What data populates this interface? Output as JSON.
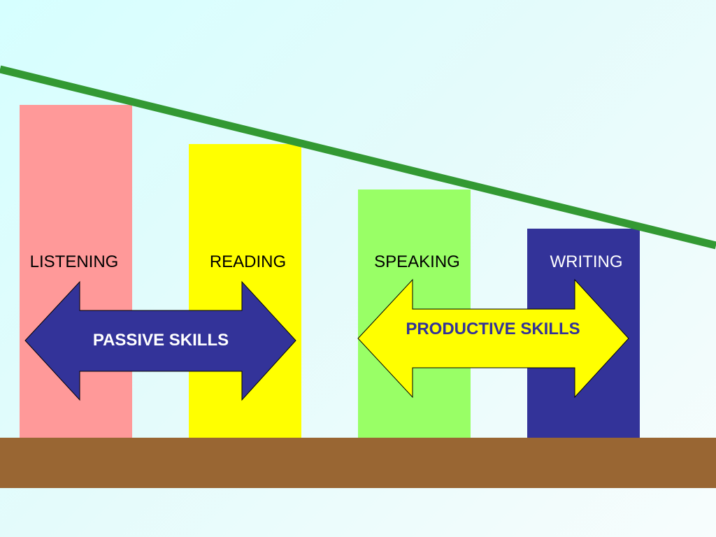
{
  "bars": [
    {
      "key": "listening",
      "label": "LISTENING",
      "color": "#ff9999",
      "text_color": "#000000"
    },
    {
      "key": "reading",
      "label": "READING",
      "color": "#ffff00",
      "text_color": "#000000"
    },
    {
      "key": "speaking",
      "label": "SPEAKING",
      "color": "#99ff66",
      "text_color": "#000000"
    },
    {
      "key": "writing",
      "label": "WRITING",
      "color": "#333399",
      "text_color": "#ffffff"
    }
  ],
  "arrows": {
    "passive": {
      "label": "PASSIVE SKILLS",
      "fill": "#333399",
      "text_color": "#ffffff"
    },
    "productive": {
      "label": "PRODUCTIVE SKILLS",
      "fill": "#ffff00",
      "text_color": "#333399"
    }
  },
  "trend_line": {
    "color": "#339933",
    "direction": "descending"
  },
  "ground": {
    "color": "#996633"
  },
  "background": {
    "color": "#d6ffff"
  }
}
